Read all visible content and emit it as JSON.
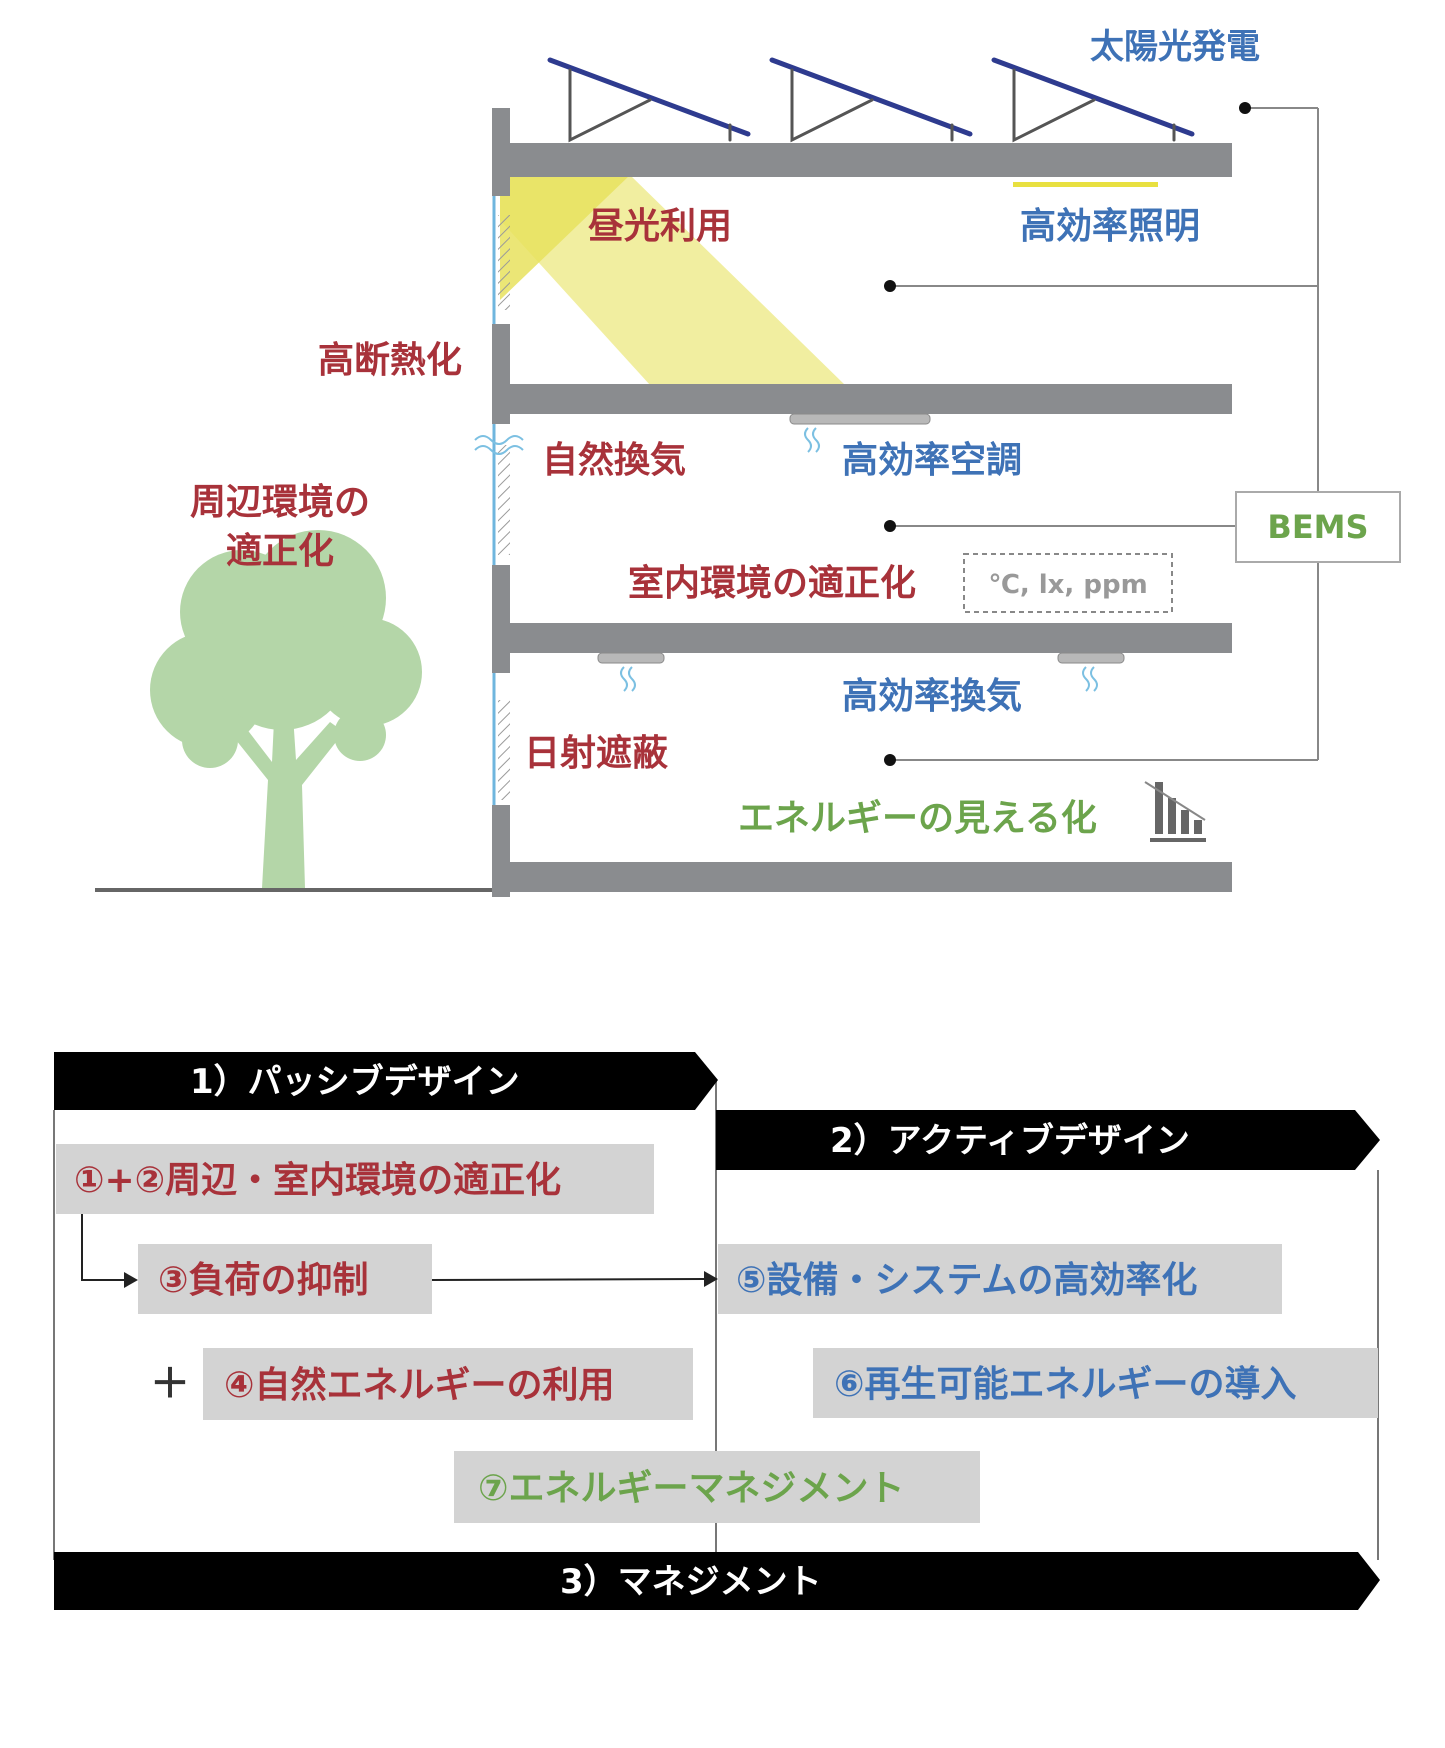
{
  "colors": {
    "passive_red": "#a8323a",
    "active_blue": "#3e72b6",
    "management_green": "#6ca44c",
    "structure_gray": "#8a8c8f",
    "tree_green": "#b4d6a8",
    "daylight_yellow": "#f0ec96",
    "solar_panel_navy": "#2e3b8f",
    "label_box_gray": "#d3d3d3",
    "bar_black": "#000000"
  },
  "diagram": {
    "solar": "太陽光発電",
    "high_eff_lighting": "高効率照明",
    "daylight": "昼光利用",
    "insulation": "高断熱化",
    "natural_ventilation": "自然換気",
    "high_eff_ac": "高効率空調",
    "surroundings_line1": "周辺環境の",
    "surroundings_line2": "適正化",
    "indoor_environment": "室内環境の適正化",
    "sensor_units": "℃, lx, ppm",
    "bems": "BEMS",
    "high_eff_ventilation": "高効率換気",
    "solar_shading": "日射遮蔽",
    "visualization": "エネルギーの見える化",
    "icons": [
      "solar-panel-icon",
      "tree-icon",
      "airflow-icon",
      "energy-chart-icon"
    ]
  },
  "framework": {
    "passive_header": "1）パッシブデザイン",
    "active_header": "2）アクティブデザイン",
    "management_header": "3）マネジメント",
    "item1": "①+②周辺・室内環境の適正化",
    "item3": "③負荷の抑制",
    "plus_sign": "＋",
    "item4": "④自然エネルギーの利用",
    "item5": "⑤設備・システムの高効率化",
    "item6": "⑥再生可能エネルギーの導入",
    "item7": "⑦エネルギーマネジメント"
  }
}
